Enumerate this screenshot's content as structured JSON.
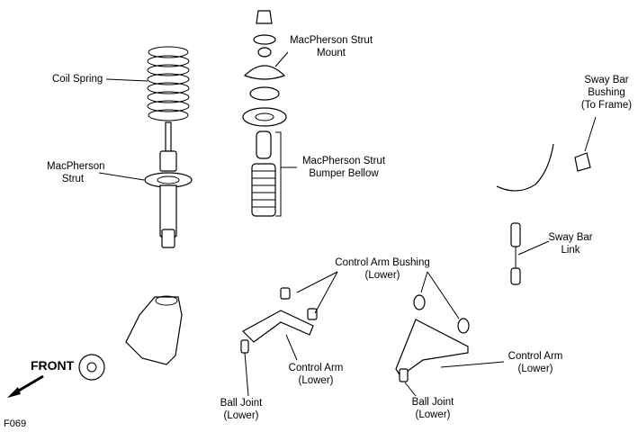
{
  "labels": {
    "coil_spring": "Coil Spring",
    "macpherson_strut": [
      "MacPherson",
      "Strut"
    ],
    "strut_mount": [
      "MacPherson Strut",
      "Mount"
    ],
    "bumper_bellow": [
      "MacPherson Strut",
      "Bumper Bellow"
    ],
    "sway_bar_bushing": [
      "Sway Bar",
      "Bushing",
      "(To Frame)"
    ],
    "sway_bar_link": [
      "Sway Bar",
      "Link"
    ],
    "control_arm_bushing": [
      "Control Arm Bushing",
      "(Lower)"
    ],
    "control_arm_left": [
      "Control Arm",
      "(Lower)"
    ],
    "control_arm_right": [
      "Control Arm",
      "(Lower)"
    ],
    "ball_joint_left": [
      "Ball Joint",
      "(Lower)"
    ],
    "ball_joint_right": [
      "Ball Joint",
      "(Lower)"
    ],
    "front": "FRONT",
    "figure_code": "F069"
  }
}
